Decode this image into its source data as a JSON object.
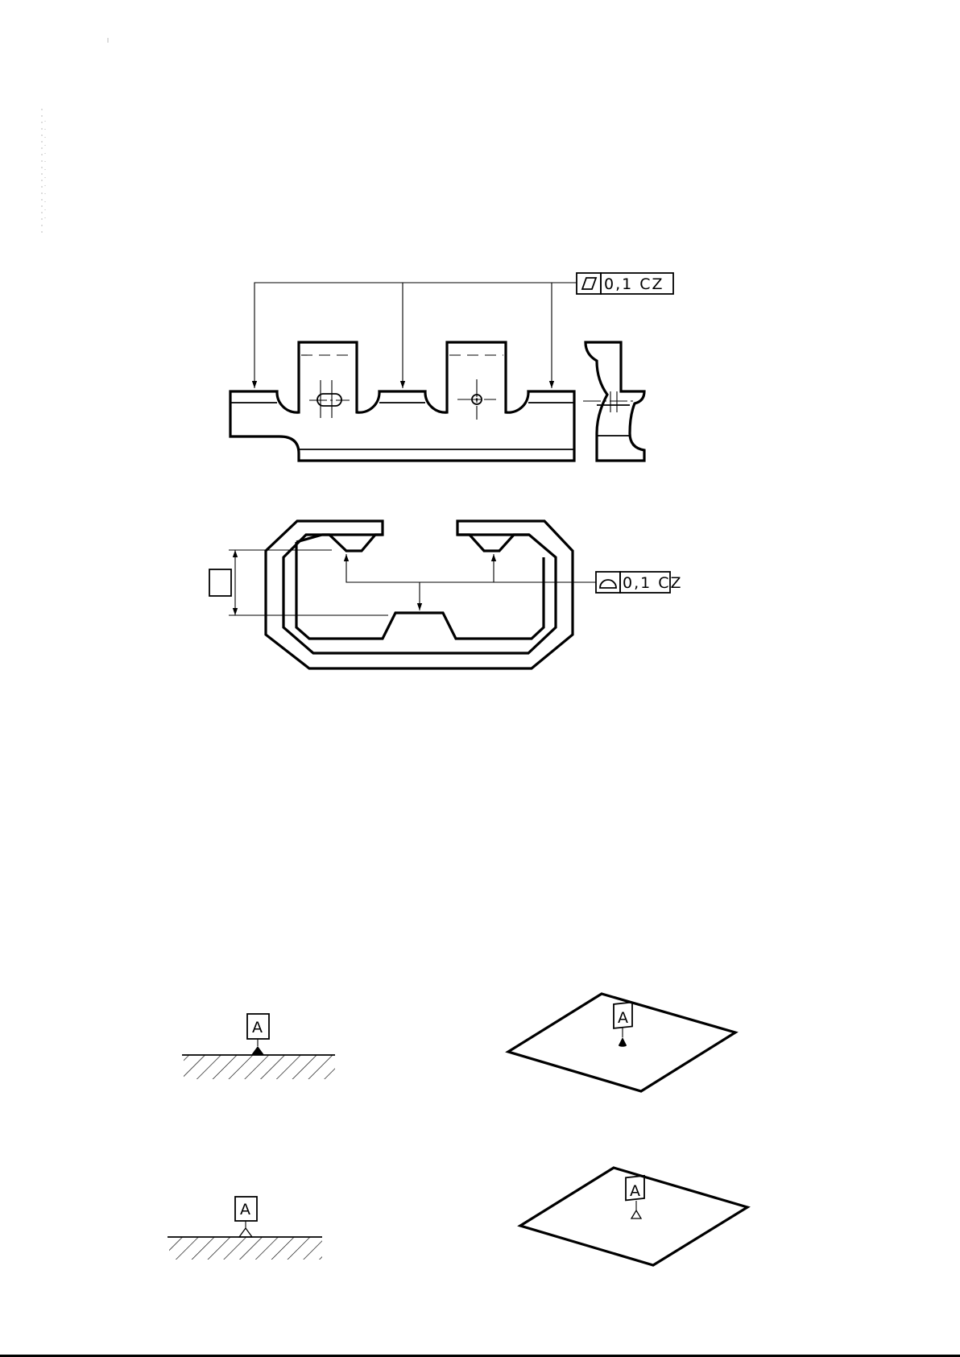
{
  "fcf_top": {
    "symbol": "parallelogram-flatness-icon",
    "value": "0,1 CZ"
  },
  "fcf_plan": {
    "symbol": "surface-profile-icon",
    "value": "0,1 CZ"
  },
  "datum_filled": {
    "letter": "A",
    "triangle": "filled"
  },
  "datum_3d_filled": {
    "letter": "A",
    "triangle": "filled"
  },
  "datum_open": {
    "letter": "A",
    "triangle": "open"
  },
  "datum_3d_open": {
    "letter": "A",
    "triangle": "open"
  },
  "colors": {
    "ink": "#000000",
    "paper": "#ffffff"
  }
}
